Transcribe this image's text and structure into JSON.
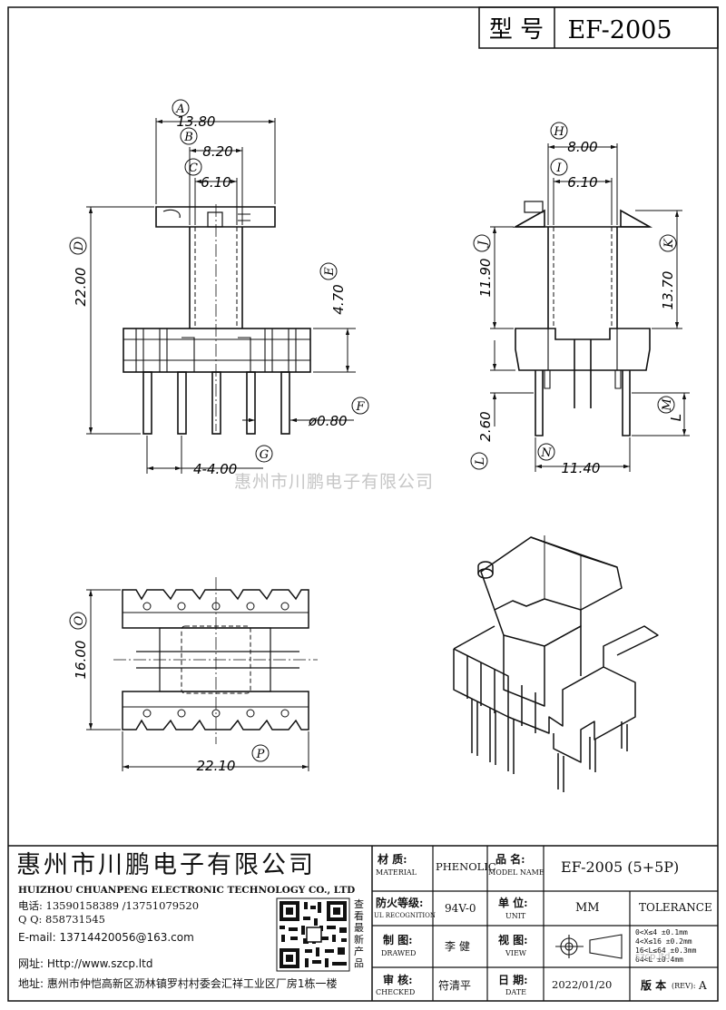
{
  "header": {
    "model_label": "型 号",
    "model_value": "EF-2005"
  },
  "watermark": "惠州市川鹏电子有限公司",
  "dimensions": {
    "A": {
      "letter": "A",
      "value": "13.80"
    },
    "B": {
      "letter": "B",
      "value": "8.20"
    },
    "C": {
      "letter": "C",
      "value": "6.10"
    },
    "D": {
      "letter": "D",
      "value": "22.00"
    },
    "E": {
      "letter": "E",
      "value": "4.70"
    },
    "F": {
      "letter": "F",
      "value": "ø0.80"
    },
    "G": {
      "letter": "G",
      "value": "4-4.00"
    },
    "H": {
      "letter": "H",
      "value": "8.00"
    },
    "I": {
      "letter": "I",
      "value": "6.10"
    },
    "J": {
      "letter": "J",
      "value": "11.90"
    },
    "K": {
      "letter": "K",
      "value": "13.70"
    },
    "L": {
      "letter": "L",
      "value": "2.60"
    },
    "M": {
      "letter": "M",
      "value": "L"
    },
    "N": {
      "letter": "N",
      "value": "11.40"
    },
    "O": {
      "letter": "O",
      "value": "16.00"
    },
    "P": {
      "letter": "P",
      "value": "22.10"
    }
  },
  "company": {
    "name_cn": "惠州市川鹏电子有限公司",
    "name_en": "HUIZHOU CHUANPENG ELECTRONIC TECHNOLOGY CO., LTD",
    "phone": "电话: 13590158389 /13751079520",
    "qq": "Q Q:  858731545",
    "email": "E-mail: 13714420056@163.com",
    "website": "网址: Http://www.szcp.ltd",
    "address": "地址: 惠州市仲恺高新区沥林镇罗村村委会汇祥工业区厂房1栋一楼",
    "qr_caption": "查看最新产品"
  },
  "titleblock": {
    "material_label_cn": "材  质:",
    "material_label_en": "MATERIAL",
    "material_value": "PHENOLIC",
    "part_label_cn": "品  名:",
    "part_label_en": "MODEL NAME",
    "part_value": "EF-2005 (5+5P)",
    "ul_label_cn": "防火等级:",
    "ul_label_en": "UL RECOGNITION",
    "ul_value": "94V-0",
    "unit_label_cn": "单  位:",
    "unit_label_en": "UNIT",
    "unit_value": "MM",
    "tolerance_label": "TOLERANCE",
    "drawn_label_cn": "制  图:",
    "drawn_label_en": "DRAWED",
    "drawn_value": "李 健",
    "view_label_cn": "视  图:",
    "view_label_en": "VIEW",
    "tolerances": [
      "0<X≤4    ±0.1mm",
      "4<X≤16   ±0.2mm",
      "16<L≤64  ±0.3mm",
      "64<L      ±0.4mm"
    ],
    "checked_label_cn": "审  核:",
    "checked_label_en": "CHECKED",
    "checked_value": "符清平",
    "date_label_cn": "日  期:",
    "date_label_en": "DATE",
    "date_value": "2022/01/20",
    "rev_label": "版 本",
    "rev_label_en": "(REV):",
    "rev_value": "A",
    "scan_mark": "szcp.ltd"
  }
}
